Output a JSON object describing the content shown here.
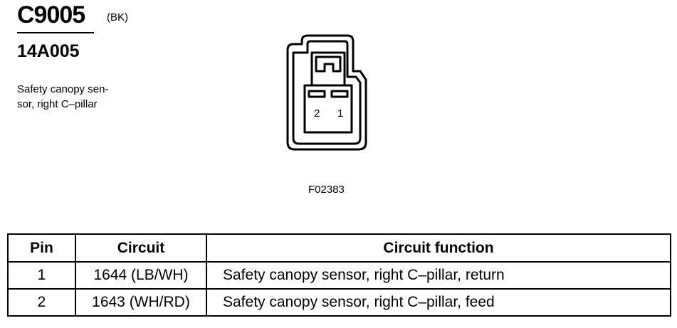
{
  "header": {
    "connector_id": "C9005",
    "color_code": "(BK)",
    "part_number": "14A005",
    "description_line1": "Safety canopy sen-",
    "description_line2": "sor, right C–pillar"
  },
  "figure": {
    "pin_labels": [
      "2",
      "1"
    ],
    "figure_id": "F02383"
  },
  "table": {
    "headers": [
      "Pin",
      "Circuit",
      "Circuit function"
    ],
    "rows": [
      [
        "1",
        "1644 (LB/WH)",
        "Safety canopy sensor, right C–pillar, return"
      ],
      [
        "2",
        "1643 (WH/RD)",
        "Safety canopy sensor, right C–pillar, feed"
      ]
    ]
  }
}
